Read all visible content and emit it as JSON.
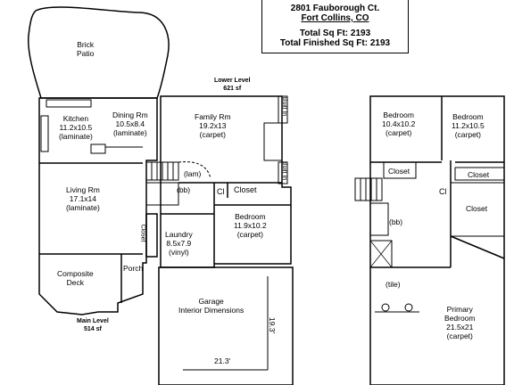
{
  "header": {
    "address": "2801 Fauborough Ct.",
    "city": "Fort Collins, CO",
    "total_sqft": "Total Sq Ft:  2193",
    "total_finished_sqft": "Total Finished Sq Ft:  2193"
  },
  "main_level": {
    "title": "Main Level",
    "area": "514 sf",
    "rooms": {
      "patio": {
        "name": "Brick",
        "name2": "Patio"
      },
      "kitchen": {
        "name": "Kitchen",
        "dims": "11.2x10.5",
        "finish": "(laminate)"
      },
      "dining": {
        "name": "Dining Rm",
        "dims": "10.5x8.4",
        "finish": "(laminate)"
      },
      "living": {
        "name": "Living Rm",
        "dims": "17.1x14",
        "finish": "(laminate)"
      },
      "closet": {
        "name": "Closet"
      },
      "porch": {
        "name": "Porch"
      },
      "deck": {
        "name": "Composite",
        "name2": "Deck"
      }
    }
  },
  "lower_level": {
    "title": "Lower Level",
    "area": "621 sf",
    "rooms": {
      "family": {
        "name": "Family Rm",
        "dims": "19.2x13",
        "finish": "(carpet)"
      },
      "built_in_1": "Built In",
      "built_in_2": "Built In",
      "lam": "(lam)",
      "bb": "(bb)",
      "cl": "Cl",
      "closet": "Closet",
      "bedroom": {
        "name": "Bedroom",
        "dims": "11.9x10.2",
        "finish": "(carpet)"
      },
      "laundry": {
        "name": "Laundry",
        "dims": "8.5x7.9",
        "finish": "(vinyl)"
      },
      "garage": {
        "name": "Garage",
        "name2": "Interior Dimensions",
        "width": "21.3'",
        "depth": "19.3'"
      }
    }
  },
  "upper_level": {
    "rooms": {
      "bedroom1": {
        "name": "Bedroom",
        "dims": "10.4x10.2",
        "finish": "(carpet)"
      },
      "bedroom2": {
        "name": "Bedroom",
        "dims": "11.2x10.5",
        "finish": "(carpet)"
      },
      "closet1": "Closet",
      "closet2": "Closet",
      "closet3": "Closet",
      "cl": "Cl",
      "bb": "(bb)",
      "tile": "(tile)",
      "primary": {
        "name": "Primary",
        "name2": "Bedroom",
        "dims": "21.5x21",
        "finish": "(carpet)"
      }
    }
  }
}
